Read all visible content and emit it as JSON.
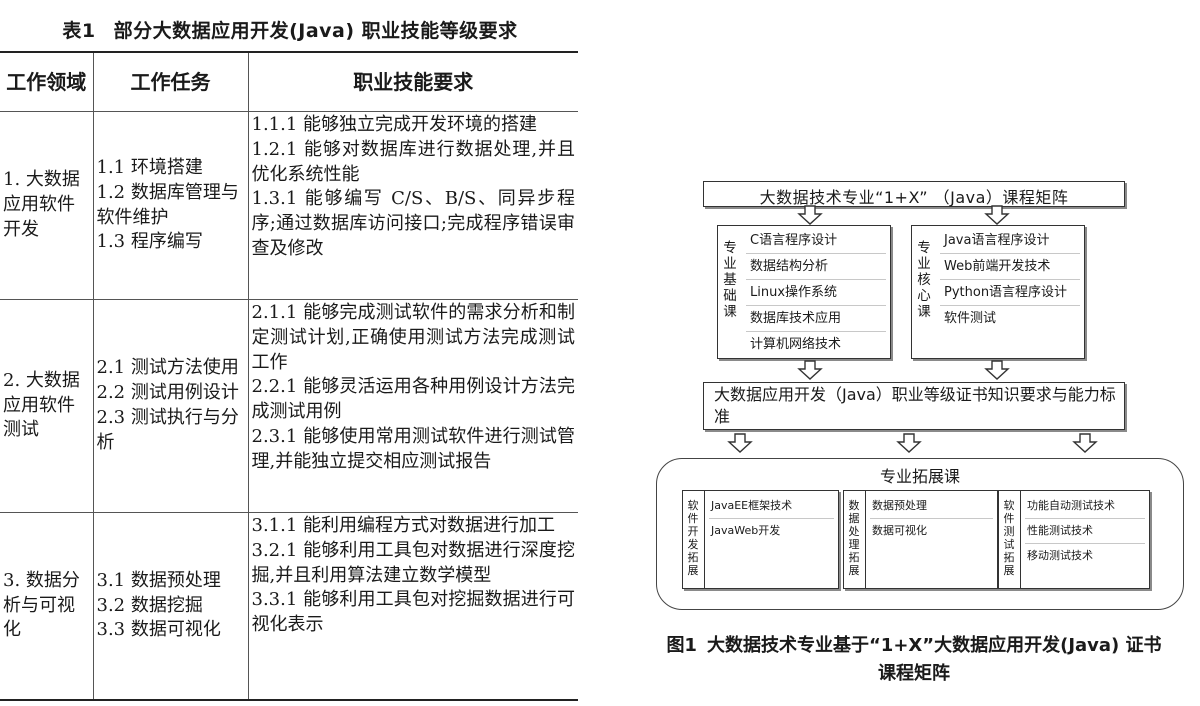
{
  "table": {
    "caption_num": "表1",
    "caption_text": "部分大数据应用开发(Java) 职业技能等级要求",
    "headers": [
      "工作领域",
      "工作任务",
      "职业技能要求"
    ],
    "rows": [
      {
        "domain": "1. 大数据应用软件开发",
        "tasks": [
          "1.1 环境搭建",
          "1.2 数据库管理与软件维护",
          "1.3 程序编写"
        ],
        "skills": [
          "1.1.1 能够独立完成开发环境的搭建",
          "1.2.1 能够对数据库进行数据处理,并且优化系统性能",
          "1.3.1 能够编写 C/S、B/S、同异步程序;通过数据库访问接口;完成程序错误审查及修改"
        ]
      },
      {
        "domain": "2. 大数据应用软件测试",
        "tasks": [
          "2.1 测试方法使用",
          "2.2 测试用例设计",
          "2.3 测试执行与分析"
        ],
        "skills": [
          "2.1.1 能够完成测试软件的需求分析和制定测试计划,正确使用测试方法完成测试工作",
          "2.2.1 能够灵活运用各种用例设计方法完成测试用例",
          "2.3.1 能够使用常用测试软件进行测试管理,并能独立提交相应测试报告"
        ]
      },
      {
        "domain": "3. 数据分析与可视化",
        "tasks": [
          "3.1 数据预处理",
          "3.2 数据挖掘",
          "3.3 数据可视化"
        ],
        "skills": [
          "3.1.1 能利用编程方式对数据进行加工",
          "3.2.1 能够利用工具包对数据进行深度挖掘,并且利用算法建立数学模型",
          "3.3.1 能够利用工具包对挖掘数据进行可视化表示"
        ]
      }
    ]
  },
  "diagram": {
    "matrix_title": "大数据技术专业“1+X” （Java）课程矩阵",
    "foundation": {
      "label": [
        "专",
        "业",
        "基",
        "础",
        "课"
      ],
      "items": [
        "C语言程序设计",
        "数据结构分析",
        "Linux操作系统",
        "数据库技术应用",
        "计算机网络技术"
      ]
    },
    "core": {
      "label": [
        "专",
        "业",
        "核",
        "心",
        "课"
      ],
      "items": [
        "Java语言程序设计",
        "Web前端开发技术",
        "Python语言程序设计",
        "软件测试"
      ]
    },
    "standard": "大数据应用开发（Java）职业等级证书知识要求与能力标准",
    "extension_title": "专业拓展课",
    "extensions": [
      {
        "label": [
          "软",
          "件",
          "开",
          "发",
          "拓",
          "展"
        ],
        "items": [
          "JavaEE框架技术",
          "JavaWeb开发"
        ]
      },
      {
        "label": [
          "数",
          "据",
          "处",
          "理",
          "拓",
          "展"
        ],
        "items": [
          "数据预处理",
          "数据可视化"
        ]
      },
      {
        "label": [
          "软",
          "件",
          "测",
          "试",
          "拓",
          "展"
        ],
        "items": [
          "功能自动测试技术",
          "性能测试技术",
          "移动测试技术"
        ]
      }
    ],
    "caption_num": "图1",
    "caption_line1": "大数据技术专业基于“1+X”大数据应用开发(Java) 证书",
    "caption_line2": "课程矩阵"
  }
}
